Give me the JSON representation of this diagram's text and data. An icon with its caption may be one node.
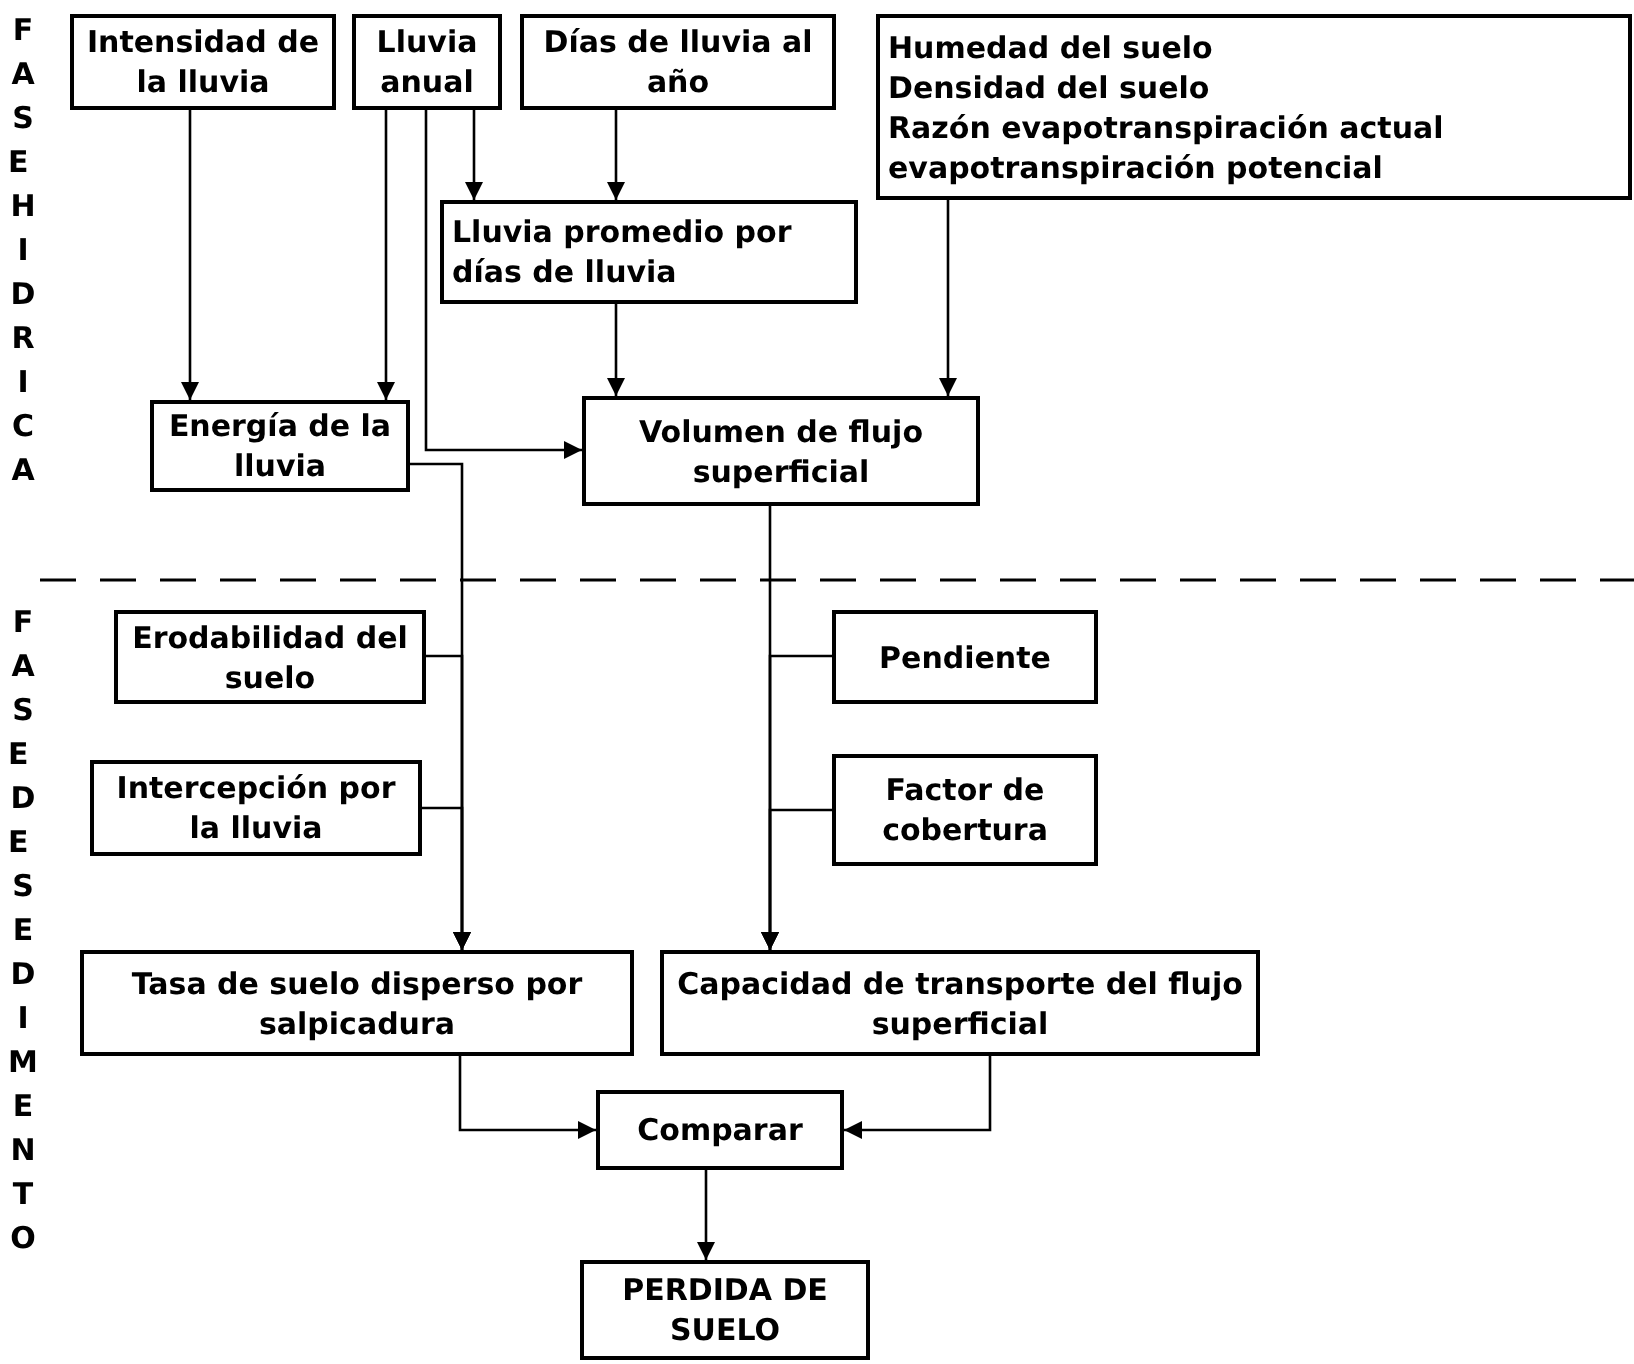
{
  "diagram": {
    "nodes": [
      {
        "text": [
          "Intensidad de la lluvia"
        ]
      },
      {
        "text": [
          "Lluvia anual"
        ]
      },
      {
        "text": [
          "Días de lluvia al año"
        ]
      },
      {
        "text": [
          "Humedad del suelo",
          "Densidad del suelo",
          "Razón evapotranspiración actual evapotranspiración potencial"
        ]
      },
      {
        "text": [
          "Lluvia promedio por días de lluvia"
        ]
      },
      {
        "text": [
          "Energía de la lluvia"
        ]
      },
      {
        "text": [
          "Volumen de flujo superficial"
        ]
      },
      {
        "text": [
          "Erodabilidad del suelo"
        ]
      },
      {
        "text": [
          "Pendiente"
        ]
      },
      {
        "text": [
          "Intercepción por la lluvia"
        ]
      },
      {
        "text": [
          "Factor de cobertura"
        ]
      },
      {
        "text": [
          "Tasa de suelo disperso por salpicadura"
        ]
      },
      {
        "text": [
          "Capacidad de transporte del flujo superficial"
        ]
      },
      {
        "text": [
          "Comparar"
        ]
      },
      {
        "text": [
          "PERDIDA DE SUELO"
        ]
      }
    ],
    "edges": [
      {
        "from": 0,
        "to": 5,
        "arrow": "to"
      },
      {
        "from": 1,
        "to": 5,
        "arrow": "to"
      },
      {
        "from": 1,
        "to": 4,
        "arrow": "to"
      },
      {
        "from": 1,
        "to": 6,
        "arrow": "to"
      },
      {
        "from": 2,
        "to": 4,
        "arrow": "to"
      },
      {
        "from": 4,
        "to": 6,
        "arrow": "to"
      },
      {
        "from": 3,
        "to": 6,
        "arrow": "to"
      },
      {
        "from": 5,
        "to": 11,
        "arrow": "to"
      },
      {
        "from": 7,
        "to": 11,
        "arrow": "to"
      },
      {
        "from": 9,
        "to": 11,
        "arrow": "to"
      },
      {
        "from": 6,
        "to": 12,
        "arrow": "to"
      },
      {
        "from": 8,
        "to": 12,
        "arrow": "to"
      },
      {
        "from": 10,
        "to": 12,
        "arrow": "to"
      },
      {
        "from": 11,
        "to": 13,
        "arrow": "to"
      },
      {
        "from": 12,
        "to": 13,
        "arrow": "to"
      },
      {
        "from": 13,
        "to": 14,
        "arrow": "to"
      }
    ],
    "labels": [
      "FASE HIDRICA",
      "FASE DE SEDIMENTO"
    ]
  }
}
